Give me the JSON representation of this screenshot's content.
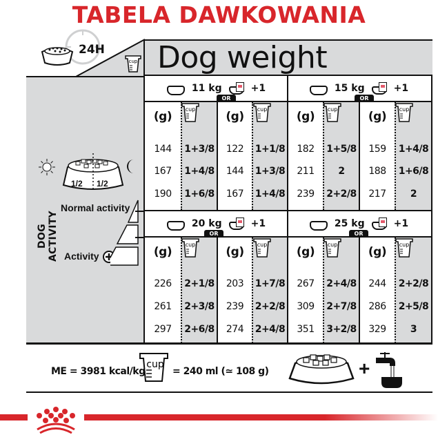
{
  "title": "TABELA DAWKOWANIA",
  "header": {
    "period": "24H",
    "cup_label": "cup",
    "dog_weight_label": "Dog weight"
  },
  "left_panel": {
    "split_left": "1/2",
    "split_right": "1/2",
    "dog_activity_label": "DOG ACTIVITY",
    "normal_activity_label": "Normal activity",
    "activity_label": "Activity",
    "icons": [
      "sun-icon",
      "moon-icon",
      "food-bowl-icon",
      "plus-circle-icon"
    ]
  },
  "table": {
    "or_label": "OR",
    "plus_one": "+1",
    "gram_header": "(g)",
    "cup_header": "cup",
    "weights": [
      {
        "weight": "11 kg",
        "dry": {
          "grams": [
            "144",
            "167",
            "190"
          ],
          "cups": [
            "1+3/8",
            "1+4/8",
            "1+6/8"
          ]
        },
        "mixed": {
          "grams": [
            "122",
            "144",
            "167"
          ],
          "cups": [
            "1+1/8",
            "1+3/8",
            "1+4/8"
          ]
        }
      },
      {
        "weight": "15 kg",
        "dry": {
          "grams": [
            "182",
            "211",
            "239"
          ],
          "cups": [
            "1+5/8",
            "2",
            "2+2/8"
          ]
        },
        "mixed": {
          "grams": [
            "159",
            "188",
            "217"
          ],
          "cups": [
            "1+4/8",
            "1+6/8",
            "2"
          ]
        }
      },
      {
        "weight": "20 kg",
        "dry": {
          "grams": [
            "226",
            "261",
            "297"
          ],
          "cups": [
            "2+1/8",
            "2+3/8",
            "2+6/8"
          ]
        },
        "mixed": {
          "grams": [
            "203",
            "239",
            "274"
          ],
          "cups": [
            "1+7/8",
            "2+2/8",
            "2+4/8"
          ]
        }
      },
      {
        "weight": "25 kg",
        "dry": {
          "grams": [
            "267",
            "309",
            "351"
          ],
          "cups": [
            "2+4/8",
            "2+7/8",
            "3+2/8"
          ]
        },
        "mixed": {
          "grams": [
            "244",
            "286",
            "329"
          ],
          "cups": [
            "2+2/8",
            "2+5/8",
            "3"
          ]
        }
      }
    ]
  },
  "footer": {
    "energy": "ME = 3981 kcal/kg",
    "cup_label": "cup",
    "cup_equivalent": "= 240 ml (≃ 108 g)",
    "plus": "+"
  },
  "colors": {
    "brand_red": "#d8262b",
    "panel_gray": "#d9dadb",
    "ink": "#111111"
  }
}
